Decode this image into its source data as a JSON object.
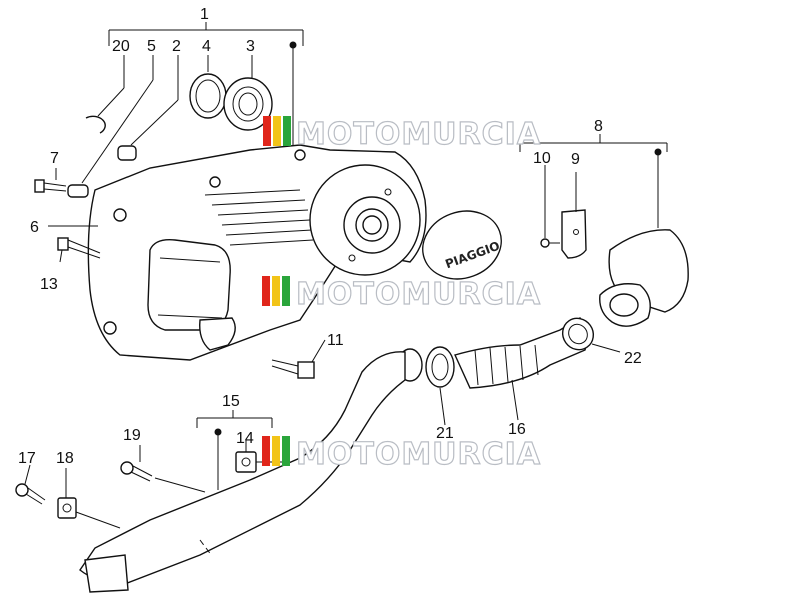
{
  "diagram": {
    "callouts": {
      "c1": "1",
      "c2": "2",
      "c3": "3",
      "c4": "4",
      "c5": "5",
      "c6": "6",
      "c7": "7",
      "c8": "8",
      "c9": "9",
      "c10": "10",
      "c11": "11",
      "c13": "13",
      "c14": "14",
      "c15": "15",
      "c16": "16",
      "c17": "17",
      "c18": "18",
      "c19": "19",
      "c20": "20",
      "c21": "21",
      "c22": "22"
    },
    "watermark": "MOTOMURCIA",
    "brand_cover_text": "PIAGGIO",
    "colors": {
      "line": "#111111",
      "watermark_outline": "#b9bdc4",
      "watermark_red": "#e0261b",
      "watermark_yellow": "#f2c418",
      "watermark_green": "#2aa53b"
    }
  }
}
